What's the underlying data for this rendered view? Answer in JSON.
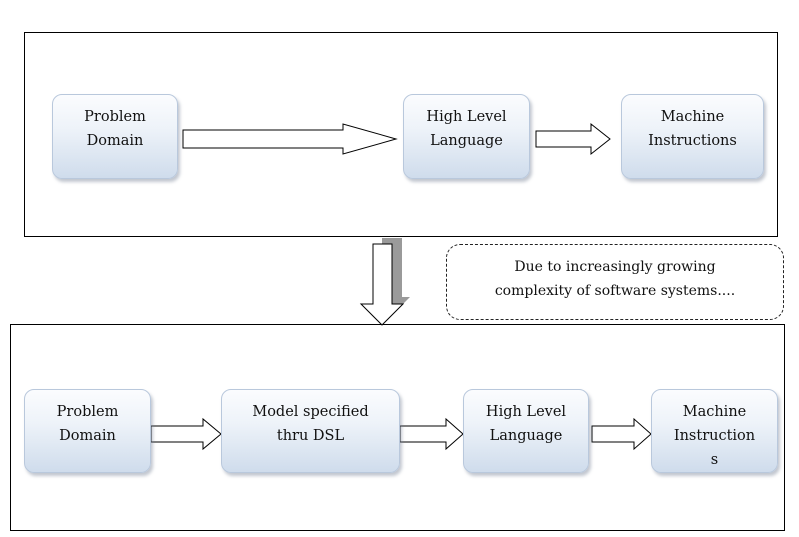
{
  "top_panel": {
    "nodes": [
      {
        "id": "problem-domain",
        "label": "Problem\nDomain"
      },
      {
        "id": "high-level-language",
        "label": "High Level\nLanguage"
      },
      {
        "id": "machine-instructions",
        "label": "Machine\nInstructions"
      }
    ]
  },
  "note": {
    "text": "Due to increasingly growing\ncomplexity of software systems...."
  },
  "bottom_panel": {
    "nodes": [
      {
        "id": "problem-domain",
        "label": "Problem\nDomain"
      },
      {
        "id": "model-dsl",
        "label": "Model specified\nthru DSL"
      },
      {
        "id": "high-level-language",
        "label": "High Level\nLanguage"
      },
      {
        "id": "machine-instructions",
        "label": "Machine\nInstruction\ns"
      }
    ]
  },
  "colors": {
    "node_top": "#fbfcfe",
    "node_bottom": "#cfdcec",
    "node_border": "#b9c8dc",
    "arrow_shadow": "#9a9a9a"
  }
}
